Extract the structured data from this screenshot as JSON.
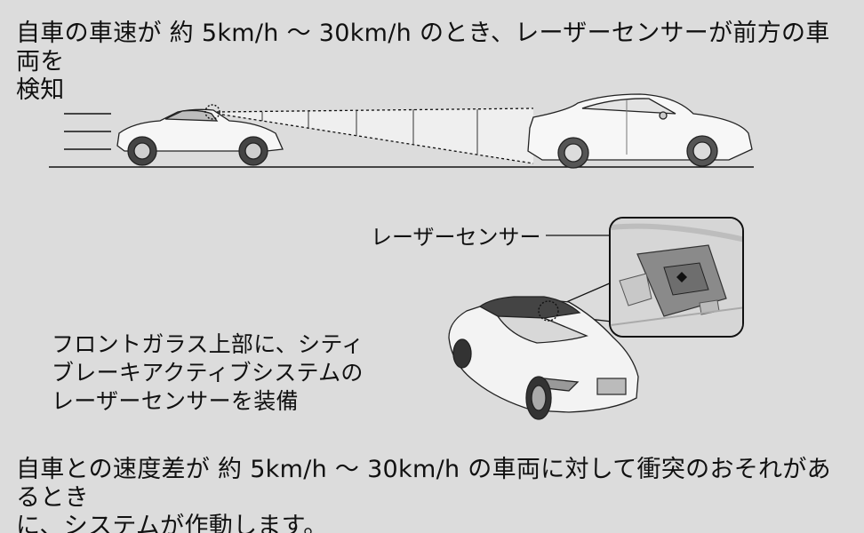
{
  "intro": {
    "line1": "自車の車速が 約 5km/h ～ 30km/h のとき、レーザーセンサーが前方の車両を",
    "line2": "検知"
  },
  "callout": {
    "sensor_label": "レーザーセンサー",
    "caption_line1": "フロントガラス上部に、シティ",
    "caption_line2": "ブレーキアクティブシステムの",
    "caption_line3": "レーザーセンサーを装備"
  },
  "footer": {
    "line1": "自車との速度差が 約 5km/h ～ 30km/h の車両に対して衝突のおそれがあるとき",
    "line2": "に、システムが作動します。"
  }
}
